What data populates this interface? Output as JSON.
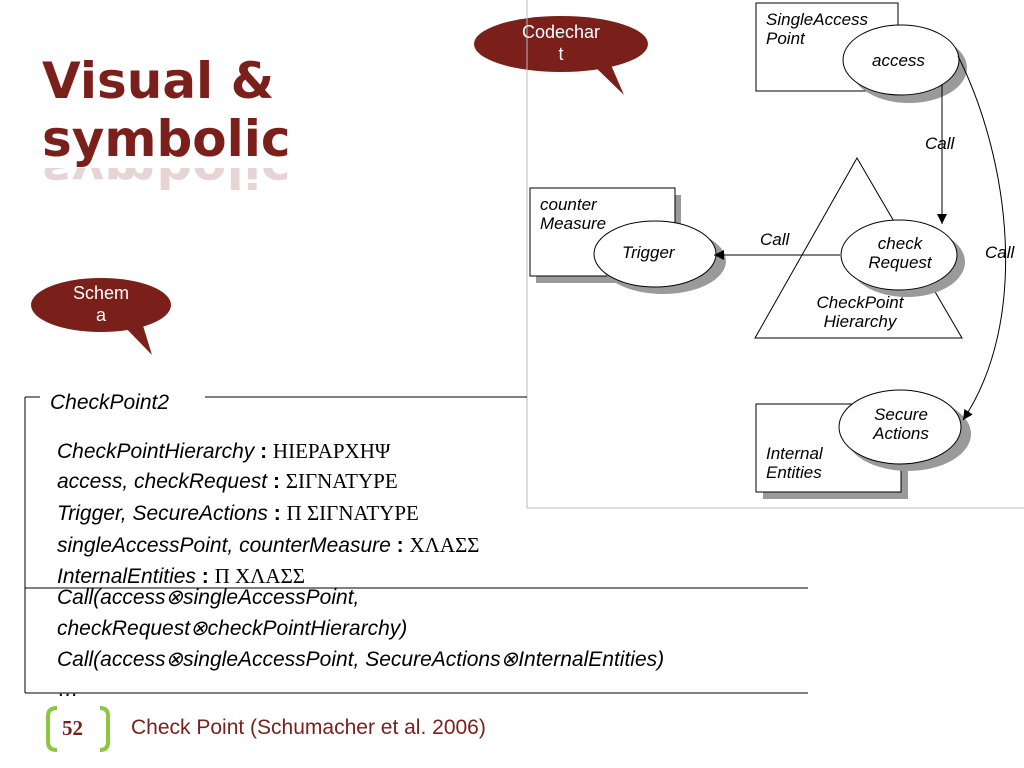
{
  "title": {
    "line1": "Visual &",
    "line2": "symbolic"
  },
  "bubbles": {
    "codechart": {
      "line1": "Codechar",
      "line2": "t"
    },
    "schema": {
      "line1": "Schem",
      "line2": "a"
    }
  },
  "schema": {
    "name": "CheckPoint2",
    "declarations": [
      {
        "names": "CheckPointHierarchy",
        "colon": " : ",
        "type": "ΗΙΕΡΑΡΧΗΨ"
      },
      {
        "names": "access, checkRequest",
        "colon": " : ",
        "type": "ΣΙΓΝΑΤΥΡΕ"
      },
      {
        "names": "Trigger, SecureActions",
        "colon": " : ",
        "type": "Π ΣΙΓΝΑΤΥΡΕ"
      },
      {
        "names": "singleAccessPoint, counterMeasure",
        "colon": " : ",
        "type": "ΧΛΑΣΣ"
      },
      {
        "names": "InternalEntities",
        "colon": " : ",
        "type": "Π ΧΛΑΣΣ"
      }
    ],
    "predicates": [
      "Call(access⊗singleAccessPoint,",
      "checkRequest⊗checkPointHierarchy)",
      "Call(access⊗singleAccessPoint, SecureActions⊗InternalEntities)"
    ],
    "ellipsis": "…"
  },
  "diagram": {
    "single_access_point": {
      "line1": "SingleAccess",
      "line2": "Point"
    },
    "access": "access",
    "call_top": "Call",
    "counter_measure": {
      "line1": "counter",
      "line2": "Measure"
    },
    "trigger": "Trigger",
    "call_left": "Call",
    "check_request": {
      "line1": "check",
      "line2": "Request"
    },
    "call_right": "Call",
    "checkpoint_hierarchy": {
      "line1": "CheckPoint",
      "line2": "Hierarchy"
    },
    "secure_actions": {
      "line1": "Secure",
      "line2": "Actions"
    },
    "internal_entities": {
      "line1": "Internal",
      "line2": "Entities"
    }
  },
  "footer": {
    "page_number": "52",
    "caption": "Check Point (Schumacher et al. 2006)"
  },
  "colors": {
    "accent": "#7a1f1a",
    "bracket": "#8dc63f"
  }
}
